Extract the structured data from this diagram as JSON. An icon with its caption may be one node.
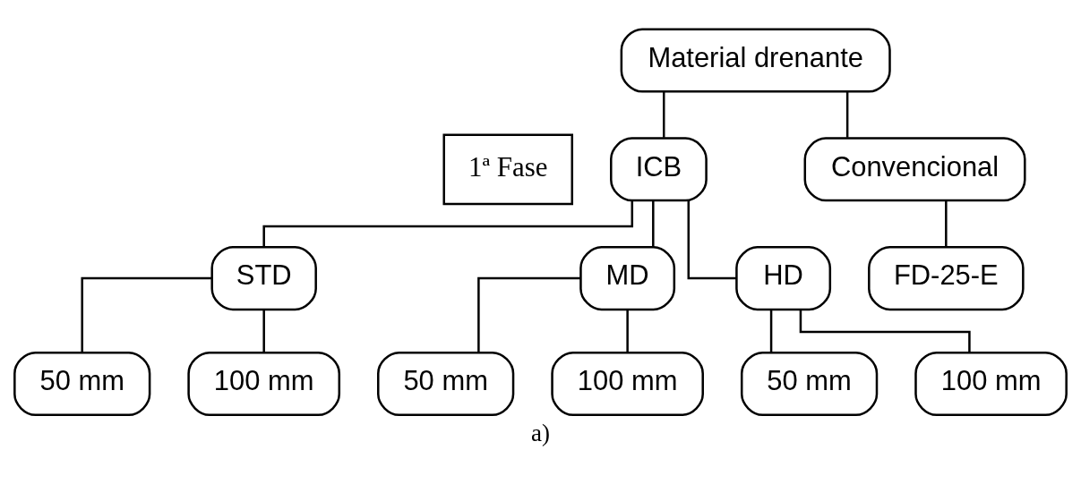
{
  "diagram": {
    "caption": "a)",
    "nodes": [
      {
        "text": [
          "1ª Fase"
        ]
      },
      {
        "text": [
          "Material drenante"
        ]
      },
      {
        "text": [
          "ICB"
        ]
      },
      {
        "text": [
          "Convencional"
        ]
      },
      {
        "text": [
          "STD"
        ]
      },
      {
        "text": [
          "MD"
        ]
      },
      {
        "text": [
          "HD"
        ]
      },
      {
        "text": [
          "FD-25-E"
        ]
      },
      {
        "text": [
          "50 mm"
        ]
      },
      {
        "text": [
          "100 mm"
        ]
      },
      {
        "text": [
          "50 mm"
        ]
      },
      {
        "text": [
          "100 mm"
        ]
      },
      {
        "text": [
          "50 mm"
        ]
      },
      {
        "text": [
          "100 mm"
        ]
      }
    ],
    "edges": [
      {
        "from": 1,
        "to": 2,
        "arrow": "none"
      },
      {
        "from": 1,
        "to": 3,
        "arrow": "none"
      },
      {
        "from": 2,
        "to": 4,
        "arrow": "none"
      },
      {
        "from": 2,
        "to": 5,
        "arrow": "none"
      },
      {
        "from": 2,
        "to": 6,
        "arrow": "none"
      },
      {
        "from": 3,
        "to": 7,
        "arrow": "none"
      },
      {
        "from": 4,
        "to": 8,
        "arrow": "none"
      },
      {
        "from": 4,
        "to": 9,
        "arrow": "none"
      },
      {
        "from": 5,
        "to": 10,
        "arrow": "none"
      },
      {
        "from": 5,
        "to": 11,
        "arrow": "none"
      },
      {
        "from": 6,
        "to": 12,
        "arrow": "none"
      },
      {
        "from": 6,
        "to": 13,
        "arrow": "none"
      }
    ]
  }
}
